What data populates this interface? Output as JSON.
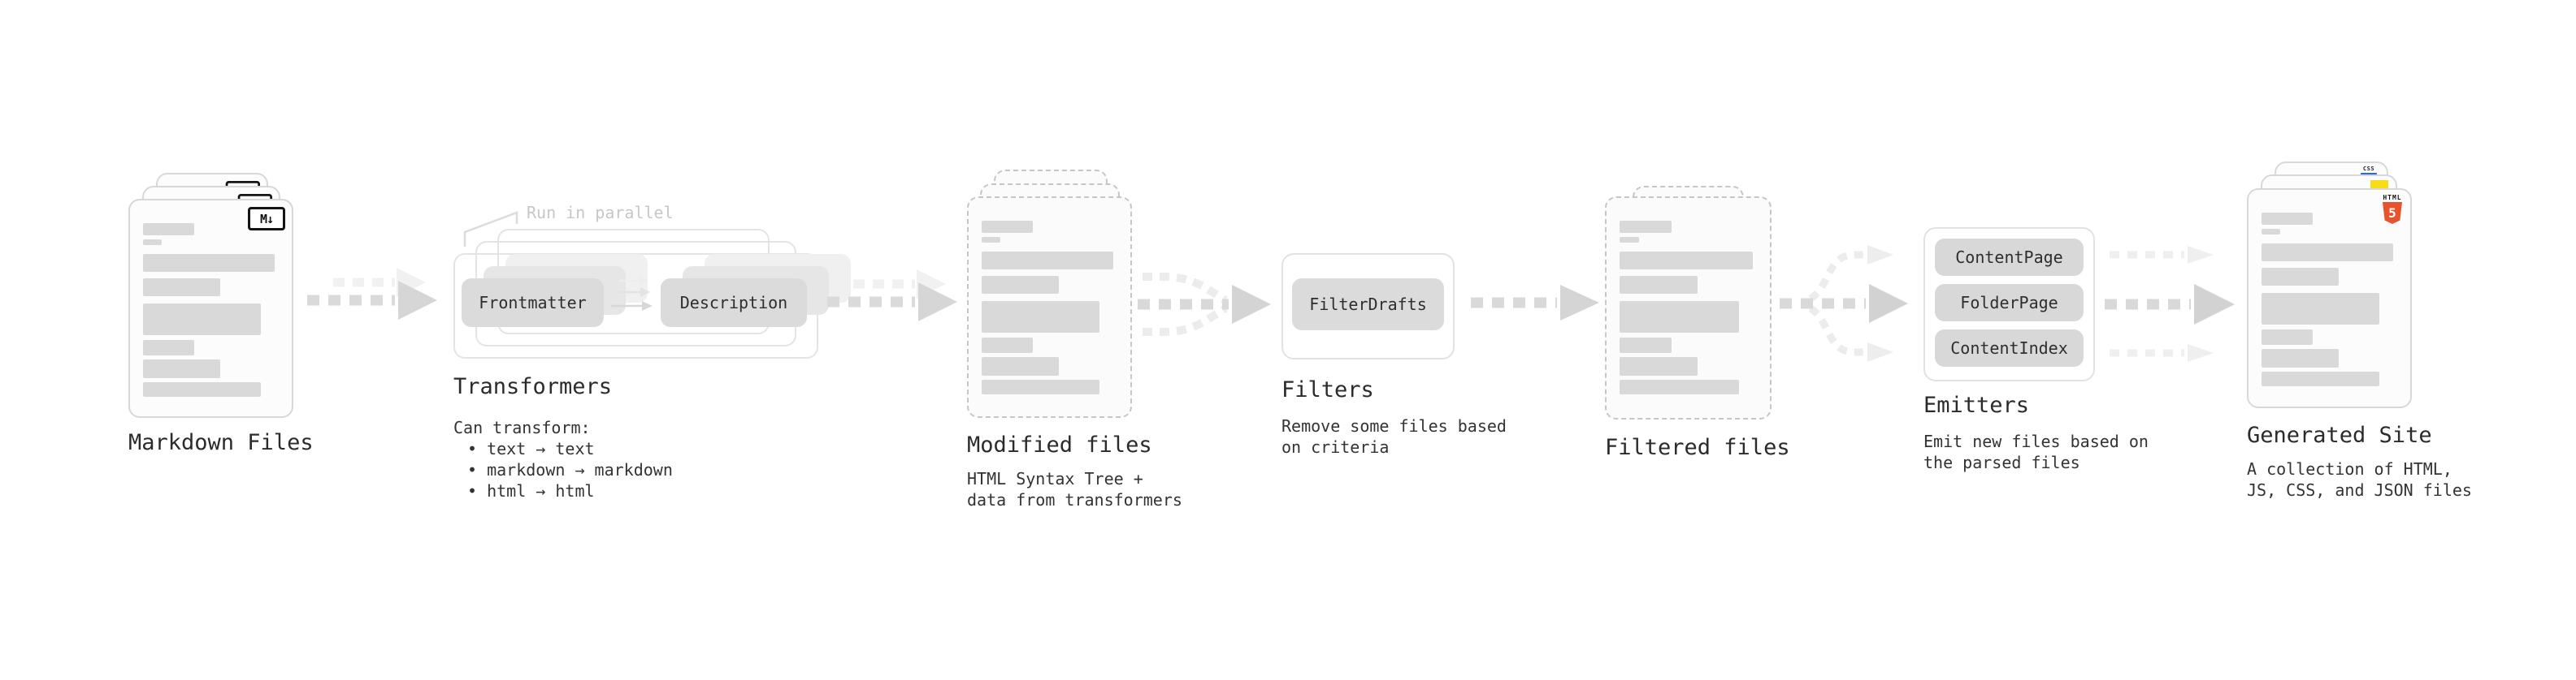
{
  "pipeline": {
    "markdown_files": {
      "label": "Markdown Files",
      "badge": "M↓"
    },
    "transformers": {
      "label": "Transformers",
      "annotation": "Run in parallel",
      "steps": [
        "Frontmatter",
        "Description"
      ],
      "desc_title": "Can transform:",
      "bullets": [
        "• text → text",
        "• markdown → markdown",
        "• html → html"
      ]
    },
    "modified_files": {
      "label": "Modified files",
      "desc": [
        "HTML Syntax Tree +",
        "data from transformers"
      ]
    },
    "filters": {
      "label": "Filters",
      "steps": [
        "FilterDrafts"
      ],
      "desc": [
        "Remove some files based",
        "on criteria"
      ]
    },
    "filtered_files": {
      "label": "Filtered files"
    },
    "emitters": {
      "label": "Emitters",
      "steps": [
        "ContentPage",
        "FolderPage",
        "ContentIndex"
      ],
      "desc": [
        "Emit new files based on",
        "the parsed files"
      ]
    },
    "generated_site": {
      "label": "Generated Site",
      "desc": [
        "A collection of HTML,",
        "JS, CSS, and JSON files"
      ],
      "badges": {
        "css": "CSS",
        "html5_title": "HTML",
        "html5_number": "5"
      }
    },
    "colors": {
      "html5_orange": "#e8522d",
      "js_yellow": "#f8dc1c",
      "css_blue": "#2d63ea",
      "placeholder_gray": "#d9d9d9",
      "arrow_gray": "#d6d6d6"
    }
  }
}
